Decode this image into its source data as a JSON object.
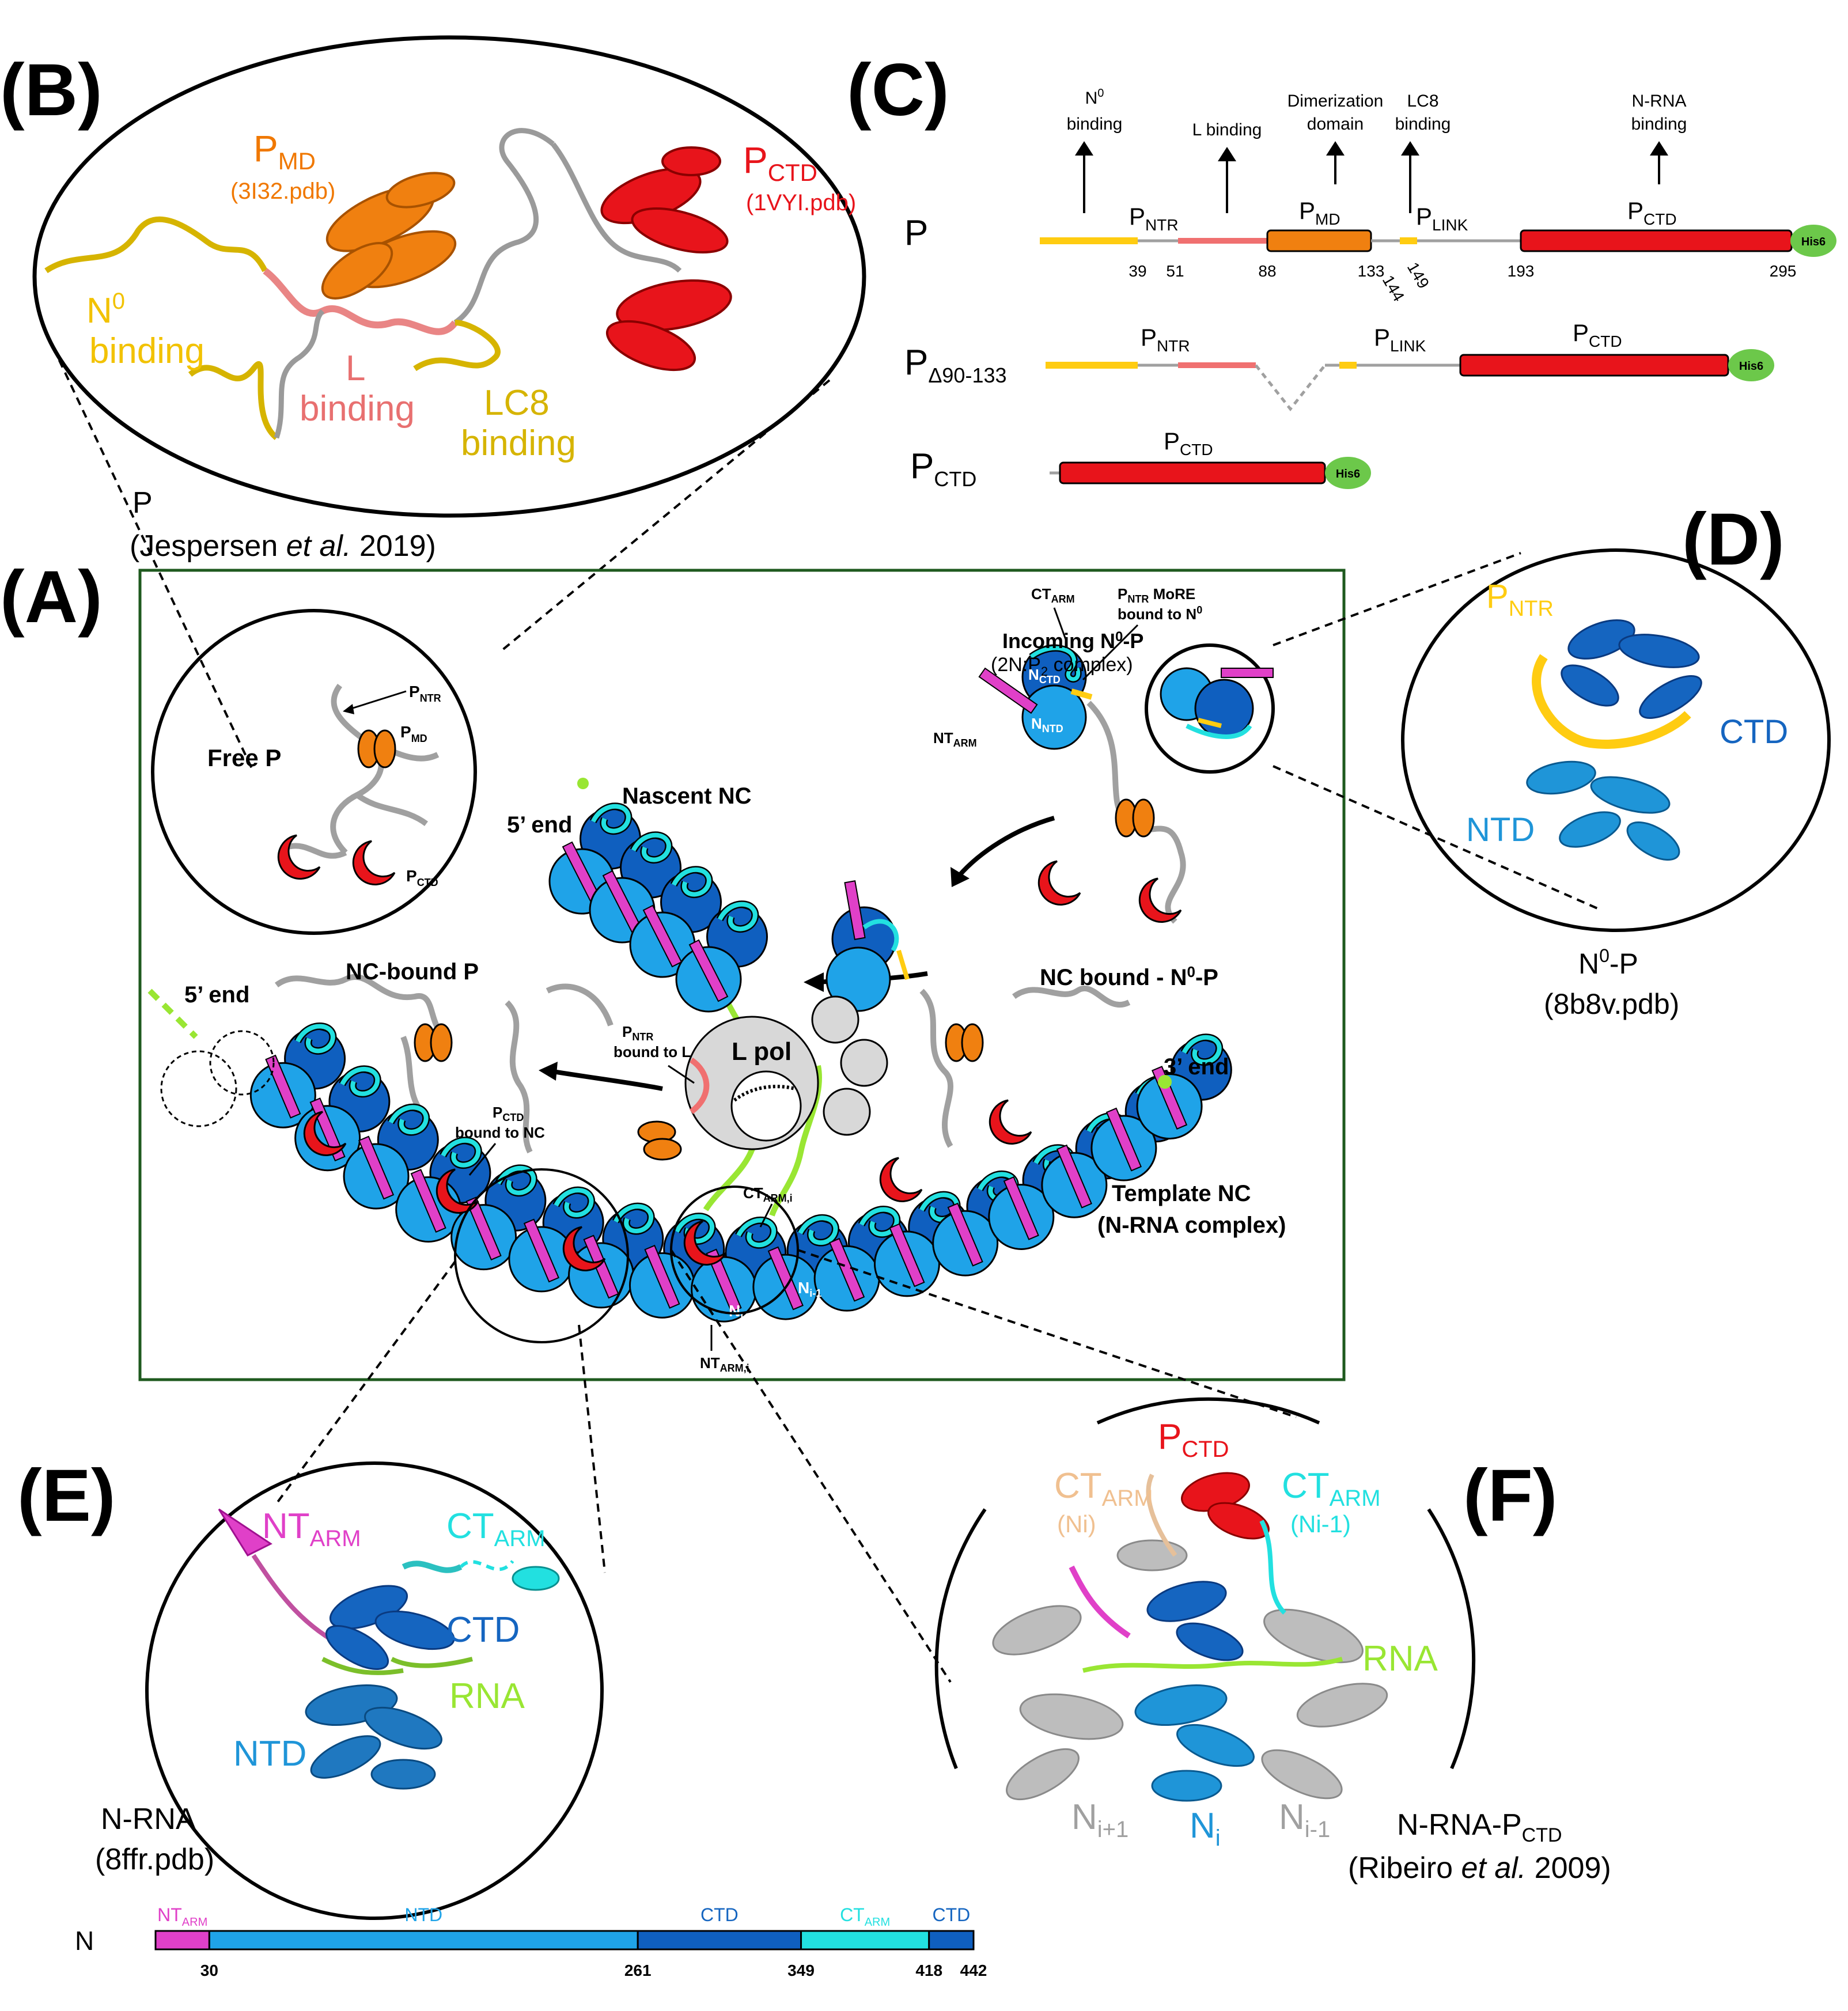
{
  "colors": {
    "nucleo_ntd": "#1fa3e8",
    "nucleo_ctd": "#0f5fbf",
    "nt_arm": "#e040c8",
    "ct_arm": "#22e0e0",
    "p_ctd": "#e8141b",
    "p_md": "#f08010",
    "ntr": "#ffcc11",
    "rna": "#99e633",
    "l_binding": "#f07070",
    "his6": "#6cc84a",
    "frame": "#1f5a1f"
  },
  "panels": {
    "a": "(A)",
    "b": "(B)",
    "c": "(C)",
    "d": "(D)",
    "e": "(E)",
    "f": "(F)"
  },
  "panel_b": {
    "pmd": "P",
    "pmd_sub": "MD",
    "pmd_pdb": "(3I32.pdb)",
    "pctd": "P",
    "pctd_sub": "CTD",
    "pctd_pdb": "(1VYI.pdb)",
    "n0_line1": "N",
    "n0_sup": "0",
    "n0_line2": "binding",
    "l_line1": "L",
    "l_line2": "binding",
    "lc8_line1": "LC8",
    "lc8_line2": "binding",
    "caption1": "P",
    "caption2a": "(Jespersen ",
    "caption2b": "et al.",
    "caption2c": " 2019)"
  },
  "panel_c": {
    "annotations": {
      "n0_a": "N",
      "n0_sup": "0",
      "n0_b": "binding",
      "l": "L binding",
      "dim_a": "Dimerization",
      "dim_b": "domain",
      "lc8_a": "LC8",
      "lc8_b": "binding",
      "nrna_a": "N-RNA",
      "nrna_b": "binding"
    },
    "rows": [
      {
        "label": "P",
        "label_sub": ""
      },
      {
        "label": "P",
        "label_sub": "Δ90-133"
      },
      {
        "label": "P",
        "label_sub": "CTD"
      }
    ],
    "domain_main": "P",
    "ntr_sub": "NTR",
    "md_sub": "MD",
    "link_sub": "LINK",
    "ctd_sub": "CTD",
    "his6": "His6",
    "positions": [
      "39",
      "51",
      "88",
      "133",
      "144",
      "149",
      "193",
      "295"
    ]
  },
  "panel_a": {
    "free_p": "Free P",
    "pntr": "P",
    "pntr_sub": "NTR",
    "pmd": "P",
    "pmd_sub": "MD",
    "pctd": "P",
    "pctd_sub": "CTD",
    "incoming_a": "Incoming N",
    "incoming_sup": "0",
    "incoming_b": "-P",
    "complex_a": "(2N:P",
    "complex_sub": "2",
    "complex_b": " complex)",
    "ctarm": "CT",
    "ctarm_sub": "ARM",
    "ntarm": "NT",
    "ntarm_sub": "ARM",
    "ncd": "N",
    "ncd_sub": "CTD",
    "nnd": "N",
    "nnd_sub": "NTD",
    "more_a": "P",
    "more_sub": "NTR",
    "more_b": " MoRE",
    "more_c": "bound to N",
    "more_sup": "0",
    "nascent": "Nascent NC",
    "five_end": "5’ end",
    "three_end": "3’ end",
    "nc_bound_p": "NC-bound P",
    "nc_bound_n0p_a": "NC bound - N",
    "nc_bound_n0p_sup": "0",
    "nc_bound_n0p_b": "-P",
    "lpol": "L pol",
    "pntr_bound_a": "P",
    "pntr_bound_sub": "NTR",
    "pntr_bound_b": "bound to L",
    "pctd_bound_a": "P",
    "pctd_bound_sub": "CTD",
    "pctd_bound_b": "bound to NC",
    "ctarm_i": "CT",
    "ctarm_i_sub": "ARM,i",
    "ntarm_i": "NT",
    "ntarm_i_sub": "ARM,i",
    "template_a": "Template NC",
    "template_b": "(N-RNA complex)",
    "ni": "N",
    "ni_sub": "i",
    "nip1": "N",
    "nip1_sub": "i+1",
    "nim1": "N",
    "nim1_sub": "i-1"
  },
  "panel_d": {
    "pntr": "P",
    "pntr_sub": "NTR",
    "ctd": "CTD",
    "ntd": "NTD",
    "caption1a": "N",
    "caption1_sup": "0",
    "caption1b": "-P",
    "caption2": "(8b8v.pdb)"
  },
  "panel_e": {
    "ntarm": "NT",
    "ntarm_sub": "ARM",
    "ctarm": "CT",
    "ctarm_sub": "ARM",
    "ctd": "CTD",
    "rna": "RNA",
    "ntd": "NTD",
    "caption1": "N-RNA",
    "caption2": "(8ffr.pdb)"
  },
  "panel_f": {
    "pctd": "P",
    "pctd_sub": "CTD",
    "ctarm_ni": "CT",
    "ctarm_ni_sub": "ARM",
    "ni_paren": "(Ni)",
    "ctarm_nim1": "CT",
    "ctarm_nim1_sub": "ARM",
    "nim1_paren": "(Ni-1)",
    "rna": "RNA",
    "nip1": "N",
    "nip1_sub": "i+1",
    "ni": "N",
    "ni_sub": "i",
    "nim1": "N",
    "nim1_sub": "i-1",
    "caption1a": "N-RNA-P",
    "caption1_sub": "CTD",
    "caption2a": "(Ribeiro ",
    "caption2b": "et al.",
    "caption2c": " 2009)"
  },
  "n_bar": {
    "label": "N",
    "segments": [
      {
        "name": "NT",
        "sub": "ARM",
        "start": 1,
        "end": 30
      },
      {
        "name": "NTD",
        "sub": "",
        "start": 30,
        "end": 261
      },
      {
        "name": "CTD",
        "sub": "",
        "start": 261,
        "end": 349
      },
      {
        "name": "CT",
        "sub": "ARM",
        "start": 349,
        "end": 418
      },
      {
        "name": "CTD",
        "sub": "",
        "start": 418,
        "end": 442
      }
    ],
    "ticks": [
      "30",
      "261",
      "349",
      "418",
      "442"
    ]
  }
}
